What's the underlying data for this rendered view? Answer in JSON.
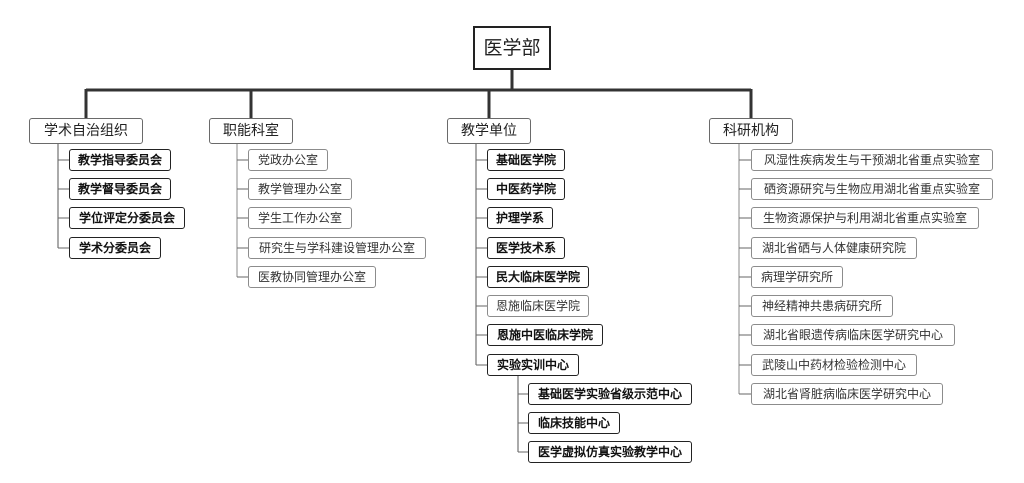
{
  "root": {
    "label": "医学部"
  },
  "categories": [
    {
      "label": "学术自治组织",
      "items": [
        {
          "label": "教学指导委员会",
          "strong": true
        },
        {
          "label": "教学督导委员会",
          "strong": true
        },
        {
          "label": "学位评定分委员会",
          "strong": true
        },
        {
          "label": "学术分委员会",
          "strong": true
        }
      ]
    },
    {
      "label": "职能科室",
      "items": [
        {
          "label": "党政办公室",
          "strong": false
        },
        {
          "label": "教学管理办公室",
          "strong": false
        },
        {
          "label": "学生工作办公室",
          "strong": false
        },
        {
          "label": "研究生与学科建设管理办公室",
          "strong": false
        },
        {
          "label": "医教协同管理办公室",
          "strong": false
        }
      ]
    },
    {
      "label": "教学单位",
      "items": [
        {
          "label": "基础医学院",
          "strong": true
        },
        {
          "label": "中医药学院",
          "strong": true
        },
        {
          "label": "护理学系",
          "strong": true
        },
        {
          "label": "医学技术系",
          "strong": true
        },
        {
          "label": "民大临床医学院",
          "strong": true
        },
        {
          "label": "恩施临床医学院",
          "strong": false
        },
        {
          "label": "恩施中医临床学院",
          "strong": true
        },
        {
          "label": "实验实训中心",
          "strong": true,
          "children": [
            {
              "label": "基础医学实验省级示范中心",
              "strong": true
            },
            {
              "label": "临床技能中心",
              "strong": true
            },
            {
              "label": "医学虚拟仿真实验教学中心",
              "strong": true
            }
          ]
        }
      ]
    },
    {
      "label": "科研机构",
      "items": [
        {
          "label": "风湿性疾病发生与干预湖北省重点实验室",
          "strong": false
        },
        {
          "label": "硒资源研究与生物应用湖北省重点实验室",
          "strong": false
        },
        {
          "label": "生物资源保护与利用湖北省重点实验室",
          "strong": false
        },
        {
          "label": "湖北省硒与人体健康研究院",
          "strong": false
        },
        {
          "label": "病理学研究所",
          "strong": false
        },
        {
          "label": "神经精神共患病研究所",
          "strong": false
        },
        {
          "label": "湖北省眼遗传病临床医学研究中心",
          "strong": false
        },
        {
          "label": "武陵山中药材检验检测中心",
          "strong": false
        },
        {
          "label": "湖北省肾脏病临床医学研究中心",
          "strong": false
        }
      ]
    }
  ]
}
